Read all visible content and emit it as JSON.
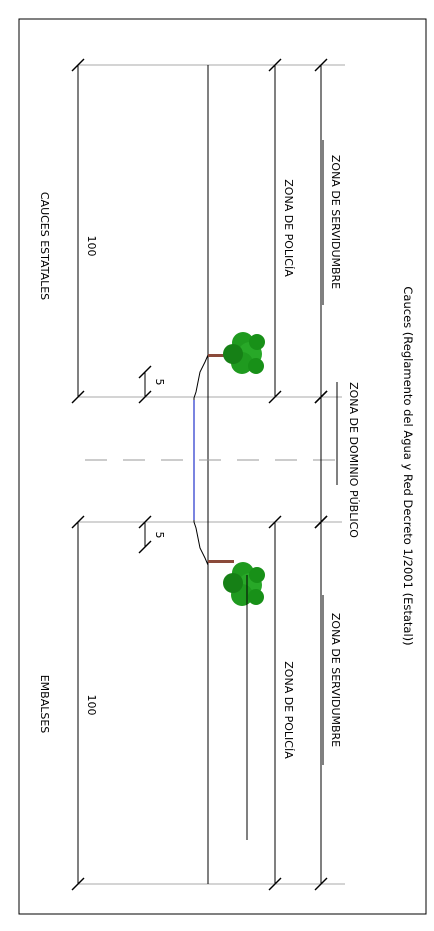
{
  "title": "Cauces (Reglamento del Agua y Red Decreto 1/2001 (Estatal))",
  "zones": {
    "servidumbre_top": "ZONA DE SERVIDUMBRE",
    "servidumbre_bottom": "ZONA DE SERVIDUMBRE",
    "policia_top": "ZONA DE POLICÍA",
    "policia_bottom": "ZONA DE POLICÍA",
    "dominio_publico": "ZONA DE DOMINIO PÚBLICO"
  },
  "dimensions": {
    "cauces_width": "100",
    "embalses_width": "100",
    "servidumbre_top_width": "5",
    "servidumbre_bottom_width": "5"
  },
  "categories": {
    "cauces": "CAUCES ESTATALES",
    "embalses": "EMBALSES"
  },
  "colors": {
    "water": "#2233cc",
    "tree_foliage": "#1f9a1f",
    "tree_trunk": "#8b4a3a",
    "frame": "#000000",
    "guide": "#aaaaaa"
  },
  "icons": {
    "tree": "tree-icon"
  }
}
